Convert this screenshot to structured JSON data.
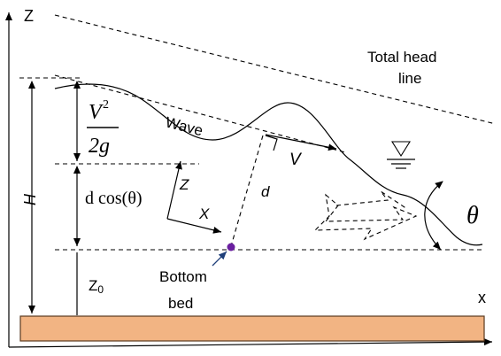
{
  "axes": {
    "vertical_axis_label": "Z",
    "horizontal_axis_label": "x"
  },
  "labels": {
    "total_head_line": [
      "Total head",
      "line"
    ],
    "wave": "Wave",
    "velocity": "V",
    "distance": "d",
    "head": "H",
    "elevation": "Z0",
    "bottom_bed": [
      "Bottom",
      "bed"
    ],
    "local_z": "Z",
    "local_x": "X",
    "angle": "θ",
    "velocity_head_numerator": "V",
    "velocity_head_exponent": "2",
    "velocity_head_denominator": "2g",
    "depth_term": "d cos(θ)"
  },
  "colors": {
    "bed_fill": "#f2b483",
    "bed_stroke": "#5a3a1f",
    "bottom_point": "#6a1fa0",
    "bottom_arrow": "#1f3f7a",
    "line": "#000000"
  }
}
